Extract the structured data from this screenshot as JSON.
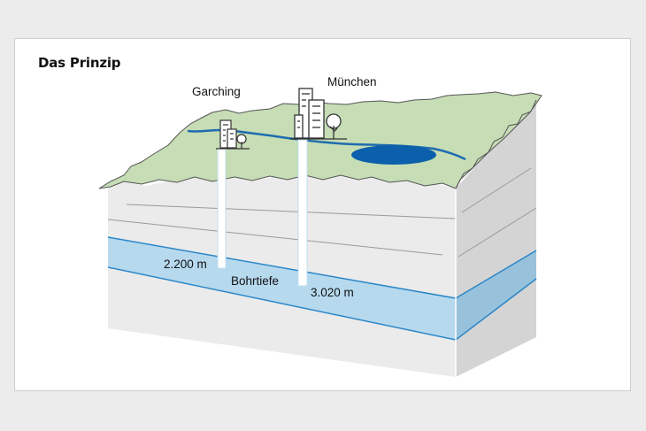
{
  "title": "Das Prinzip",
  "labels": {
    "garching": "Garching",
    "muenchen": "München",
    "depth_garching": "2.200 m",
    "depth_muenchen": "3.020 m",
    "bohrtiefe": "Bohrtiefe"
  },
  "colors": {
    "background": "#ececec",
    "surface": "#c5dcb4",
    "river": "#1e6cb0",
    "lake": "#0a5fab",
    "aquifer": "#b5d8ee",
    "aquifer_side": "#90bcd5",
    "aquifer_line": "#2a85c7",
    "soil_front": "#ebebeb",
    "soil_side": "#d2d2d2"
  },
  "icons": [
    "building-icon",
    "tree-icon"
  ]
}
